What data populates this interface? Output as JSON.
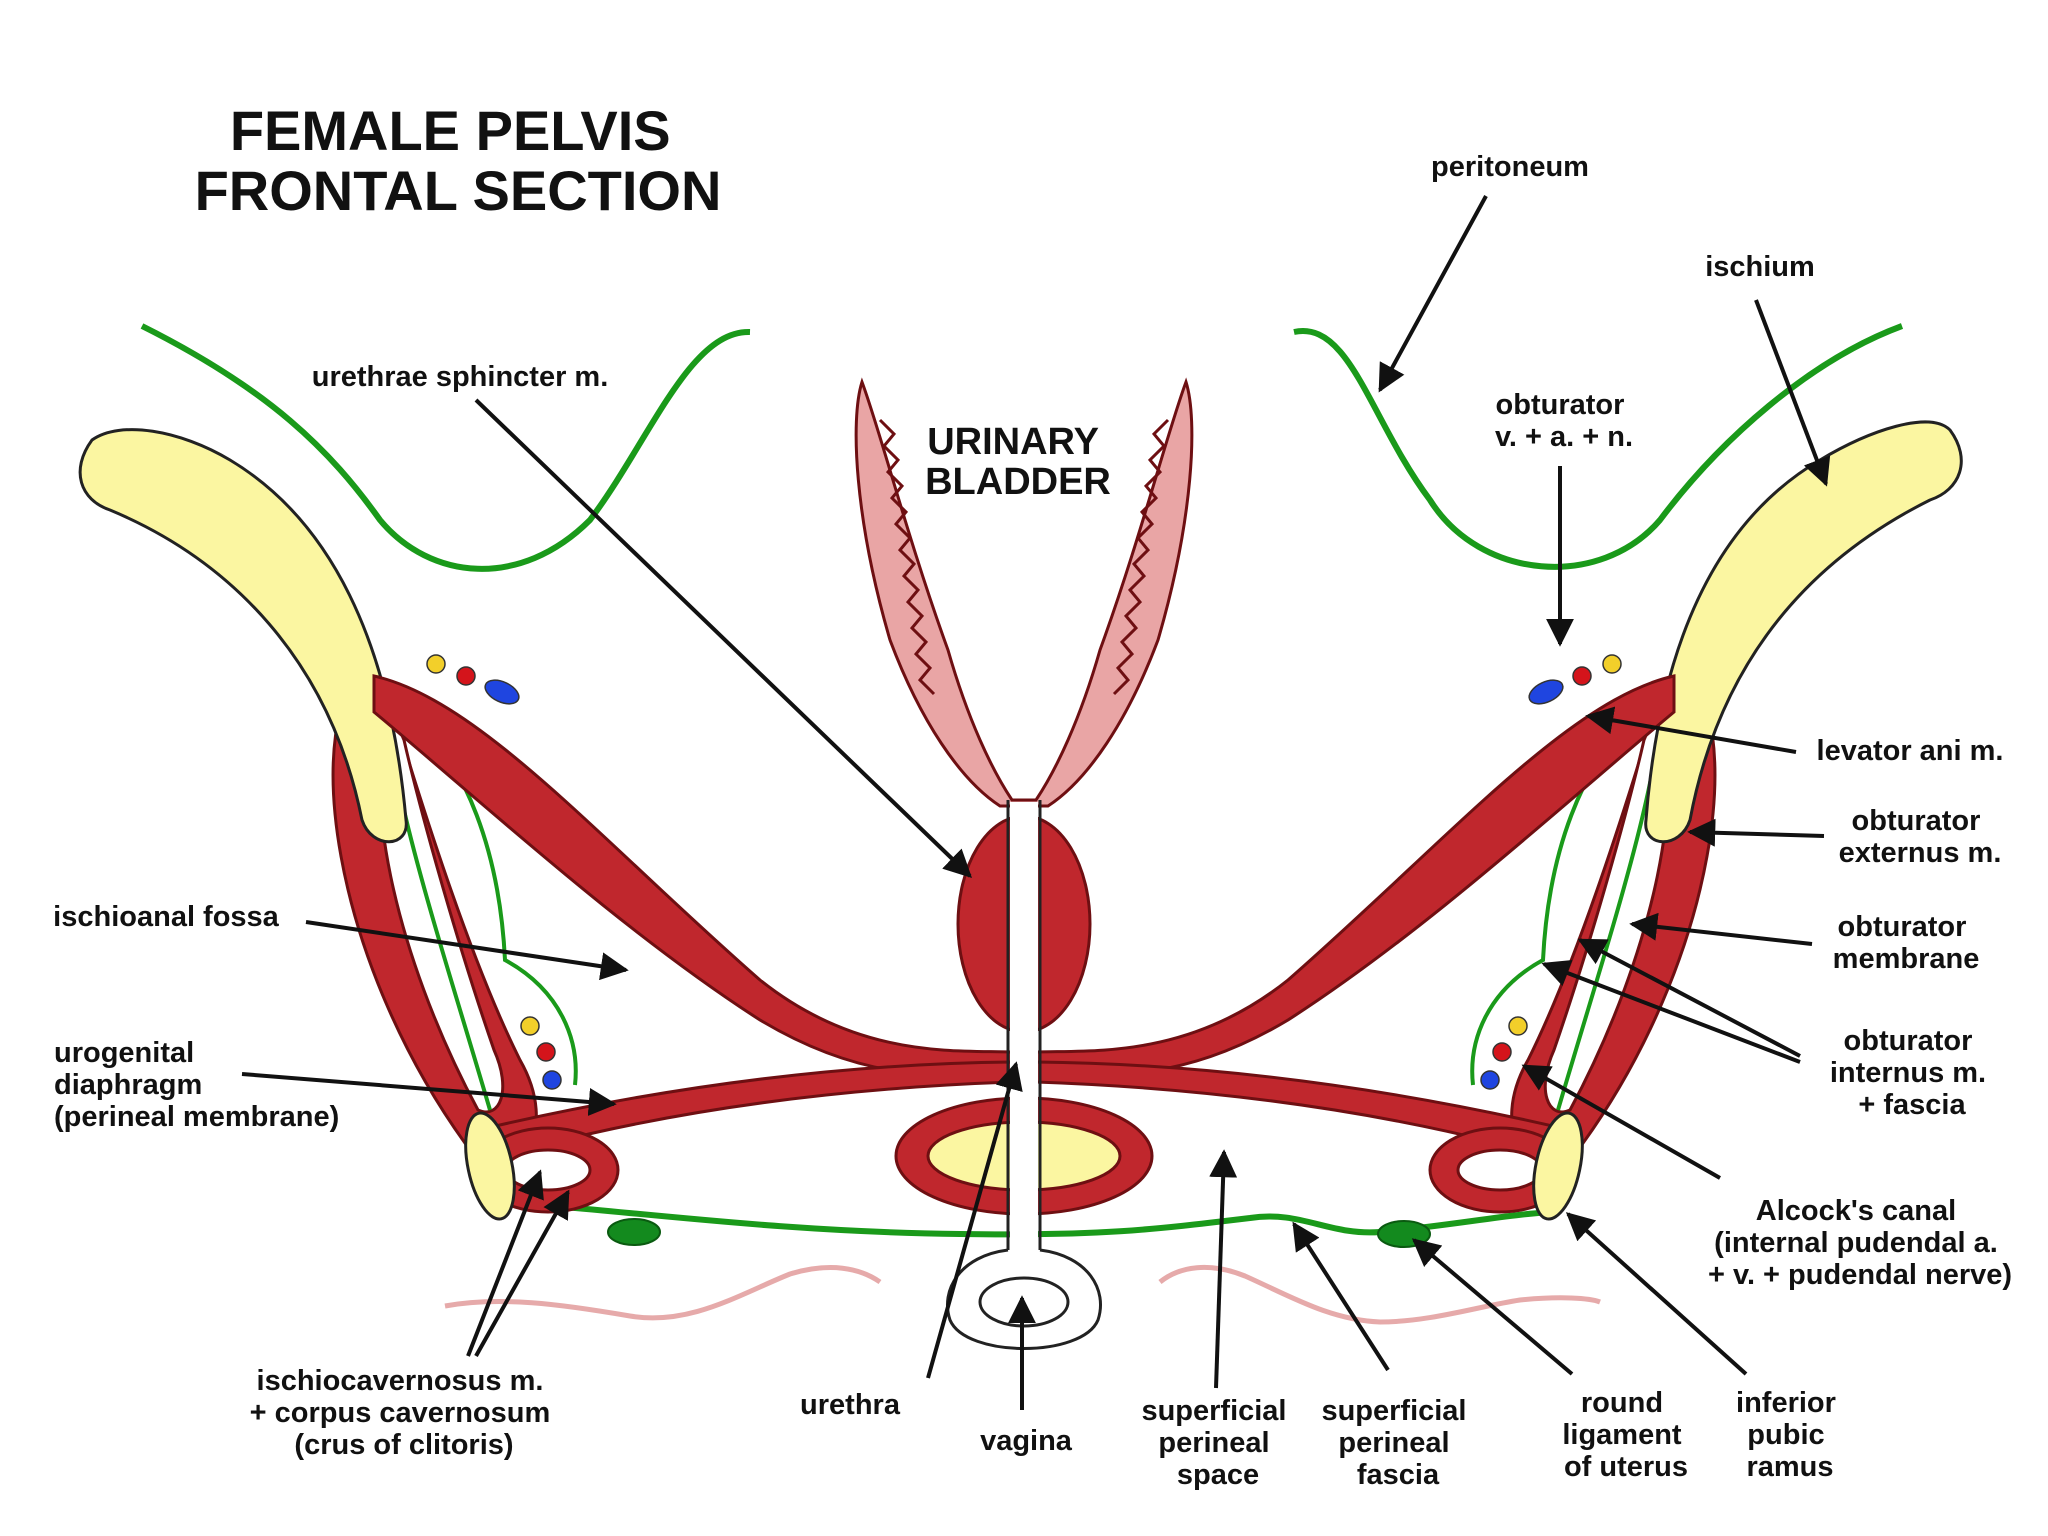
{
  "title": [
    "FEMALE PELVIS",
    "FRONTAL SECTION"
  ],
  "colors": {
    "muscle": "#c0272d",
    "muscle_dark": "#6e0f12",
    "bone": "#fbf6a1",
    "fascia": "#1a9a1a",
    "bladder": "#e9a5a5",
    "skin": "#e6aaaa",
    "nerve": "#f2cf2a",
    "artery": "#d4141b",
    "vein": "#1f45e0",
    "ligament": "#138a1e"
  },
  "organ_label": [
    "URINARY",
    "BLADDER"
  ],
  "labels": {
    "peritoneum": [
      "peritoneum"
    ],
    "ischium": [
      "ischium"
    ],
    "urethrae_sphincter": [
      "urethrae sphincter m."
    ],
    "obturator_vessels": [
      "obturator",
      "v. + a. + n."
    ],
    "levator_ani": [
      "levator ani m."
    ],
    "obturator_externus": [
      "obturator",
      "externus m."
    ],
    "obturator_membrane": [
      "obturator",
      "membrane"
    ],
    "obturator_internus": [
      "obturator",
      "internus m.",
      "+ fascia"
    ],
    "alcocks_canal": [
      "Alcock's canal",
      "(internal pudendal a.",
      "+ v. + pudendal nerve)"
    ],
    "ischioanal_fossa": [
      "ischioanal fossa"
    ],
    "urogenital_diaphragm": [
      "urogenital",
      "diaphragm",
      "(perineal membrane)"
    ],
    "ischiocavernosus": [
      "ischiocavernosus m.",
      "+ corpus cavernosum",
      "(crus of clitoris)"
    ],
    "urethra": [
      "urethra"
    ],
    "vagina": [
      "vagina"
    ],
    "superficial_perineal_space": [
      "superficial",
      "perineal",
      "space"
    ],
    "superficial_perineal_fascia": [
      "superficial",
      "perineal",
      "fascia"
    ],
    "round_ligament": [
      "round",
      "ligament",
      "of uterus"
    ],
    "inferior_pubic_ramus": [
      "inferior",
      "pubic",
      "ramus"
    ]
  }
}
